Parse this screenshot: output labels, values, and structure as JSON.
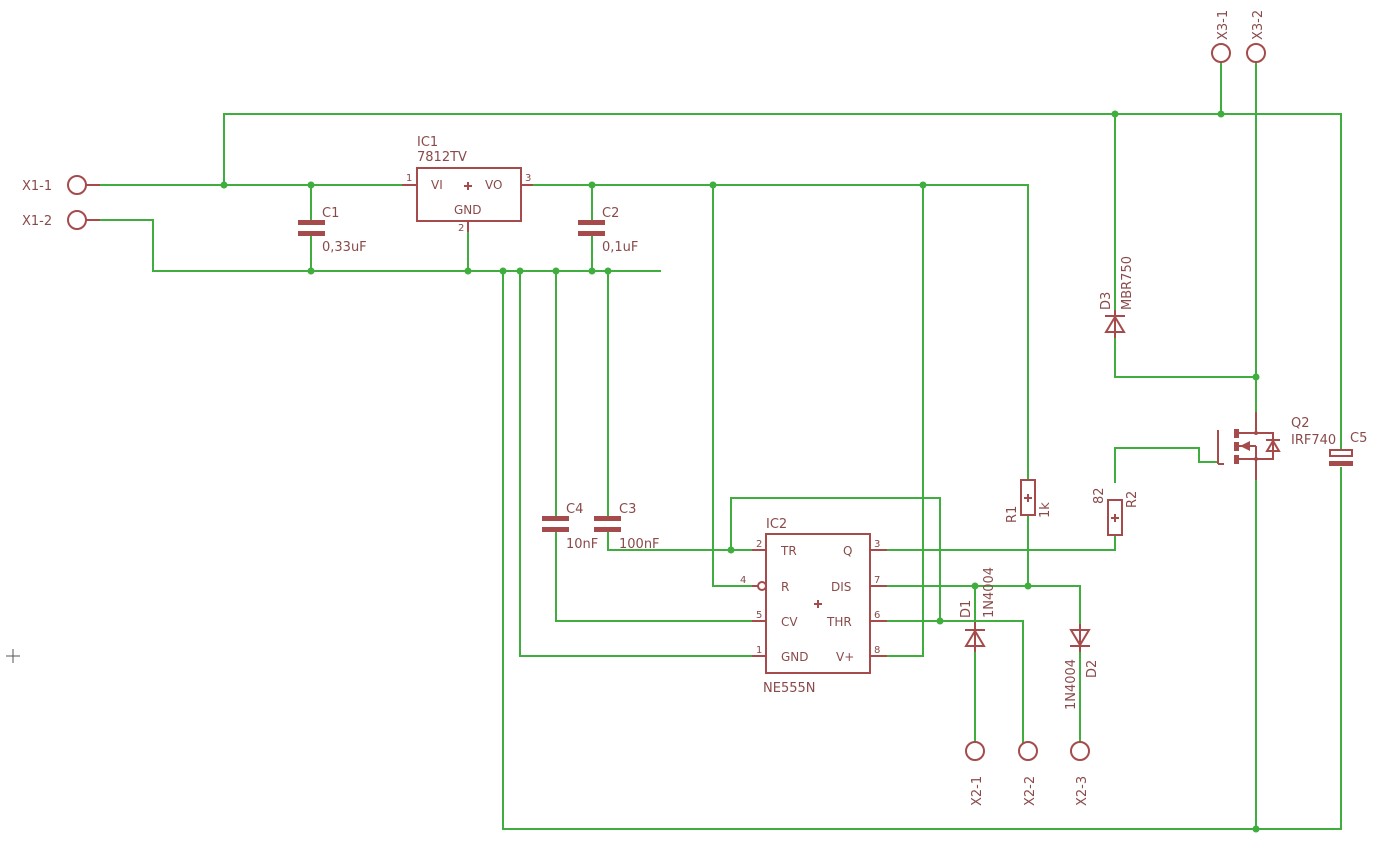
{
  "connectors": {
    "x1_1": "X1-1",
    "x1_2": "X1-2",
    "x2_1": "X2-1",
    "x2_2": "X2-2",
    "x2_3": "X2-3",
    "x3_1": "X3-1",
    "x3_2": "X3-2"
  },
  "ic1": {
    "name": "IC1",
    "value": "7812TV",
    "pin_vi": "VI",
    "pin_vo": "VO",
    "pin_gnd": "GND",
    "pin1": "1",
    "pin2": "2",
    "pin3": "3"
  },
  "ic2": {
    "name": "IC2",
    "value": "NE555N",
    "pin_tr": "TR",
    "pin_r": "R",
    "pin_cv": "CV",
    "pin_gnd": "GND",
    "pin_q": "Q",
    "pin_dis": "DIS",
    "pin_thr": "THR",
    "pin_vplus": "V+",
    "n2": "2",
    "n4": "4",
    "n5": "5",
    "n1": "1",
    "n3": "3",
    "n7": "7",
    "n6": "6",
    "n8": "8"
  },
  "capacitors": {
    "c1_name": "C1",
    "c1_value": "0,33uF",
    "c2_name": "C2",
    "c2_value": "0,1uF",
    "c3_name": "C3",
    "c3_value": "100nF",
    "c4_name": "C4",
    "c4_value": "10nF",
    "c5_name": "C5"
  },
  "resistors": {
    "r1_name": "R1",
    "r1_value": "1k",
    "r2_name": "R2",
    "r2_value": "82"
  },
  "diodes": {
    "d1_name": "D1",
    "d1_value": "1N4004",
    "d2_name": "D2",
    "d2_value": "1N4004",
    "d3_name": "D3",
    "d3_value": "MBR750"
  },
  "transistor": {
    "q2_name": "Q2",
    "q2_value": "IRF740"
  },
  "colors": {
    "wire": "#3fae3f",
    "part": "#a54b4b",
    "text": "#8a4a4a",
    "background": "#ffffff"
  }
}
